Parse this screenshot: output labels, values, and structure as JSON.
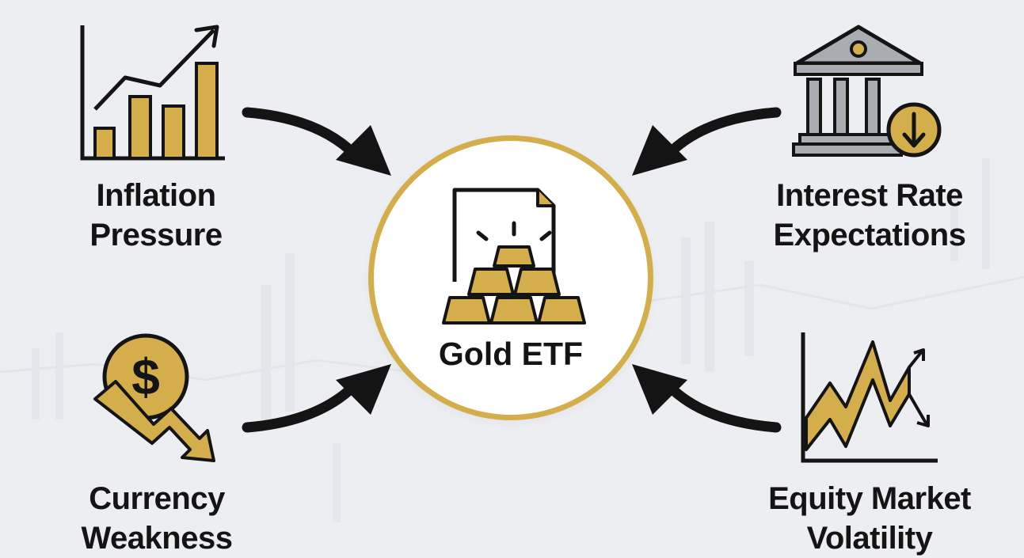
{
  "center": {
    "label": "Gold ETF",
    "icon": "gold-bars-document-icon"
  },
  "factors": [
    {
      "id": "inflation",
      "lines": [
        "Inflation",
        "Pressure"
      ],
      "icon": "bar-chart-up-icon"
    },
    {
      "id": "interest",
      "lines": [
        "Interest Rate",
        "Expectations"
      ],
      "icon": "bank-down-icon"
    },
    {
      "id": "currency",
      "lines": [
        "Currency",
        "Weakness"
      ],
      "icon": "dollar-coin-down-icon"
    },
    {
      "id": "equity",
      "lines": [
        "Equity Market",
        "Volatility"
      ],
      "icon": "volatility-chart-icon"
    }
  ],
  "colors": {
    "gold": "#d4ae4a",
    "ink": "#141414",
    "background": "#eceef1"
  }
}
